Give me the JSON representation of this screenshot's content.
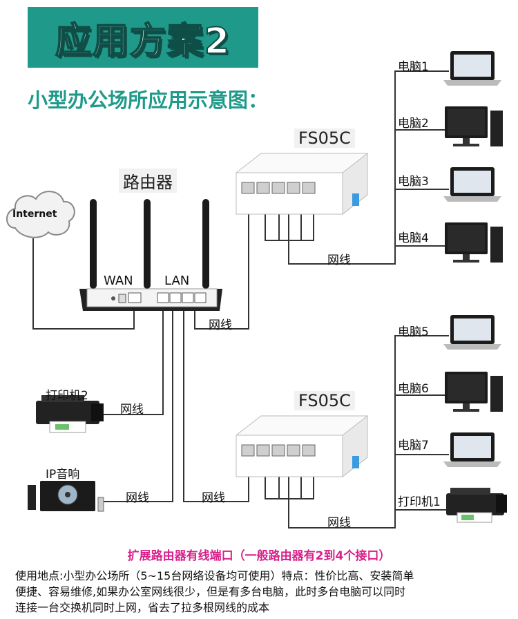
{
  "banner": {
    "title": "应用方案2"
  },
  "subtitle": "小型办公场所应用示意图：",
  "devices": {
    "internet": "Internet",
    "router": "路由器",
    "wan": "WAN",
    "lan": "LAN",
    "switch_top": "FS05C",
    "switch_bottom": "FS05C",
    "printer2": "打印机2",
    "ip_speaker": "IP音响"
  },
  "computers": [
    "电脑1",
    "电脑2",
    "电脑3",
    "电脑4",
    "电脑5",
    "电脑6",
    "电脑7"
  ],
  "printer1": "打印机1",
  "cable": "网线",
  "footer": {
    "accent": "扩展路由器有线端口（一般路由器有2到4个接口）",
    "line1": "使用地点:小型办公场所（5~15台网络设备均可使用）特点：性价比高、安装简单",
    "line2": "便捷、容易维修,如果办公室网线很少，但是有多台电脑，此时多台电脑可以同时",
    "line3": "连接一台交换机同时上网，省去了拉多根网线的成本"
  },
  "colors": {
    "accent": "#1f9a8a",
    "highlight": "#d81f8a"
  }
}
